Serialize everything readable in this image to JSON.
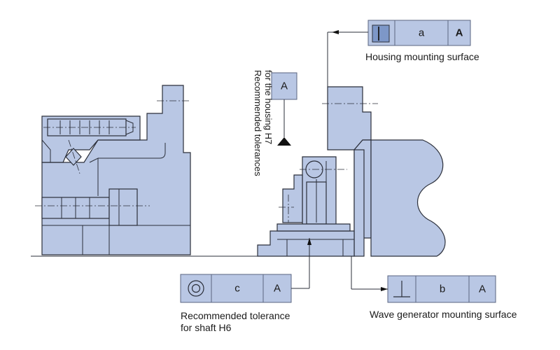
{
  "colors": {
    "part_fill": "#b9c7e4",
    "outline": "#2b2f3a",
    "frame_border": "#5a6580"
  },
  "datum": {
    "letter": "A"
  },
  "housing_frame": {
    "symbol_icon": "parallelism-icon",
    "value": "a",
    "datum": "A",
    "label": "Housing mounting surface"
  },
  "shaft_frame": {
    "symbol_icon": "concentricity-icon",
    "value": "c",
    "datum": "A",
    "label_line1": "Recommended tolerance",
    "label_line2": "for shaft H6"
  },
  "wave_frame": {
    "symbol_icon": "perpendicularity-icon",
    "value": "b",
    "datum": "A",
    "label": "Wave generator mounting surface"
  },
  "housing_tolerance_note": {
    "line1": "Recommended tolerances",
    "line2": "for the housing H7"
  }
}
